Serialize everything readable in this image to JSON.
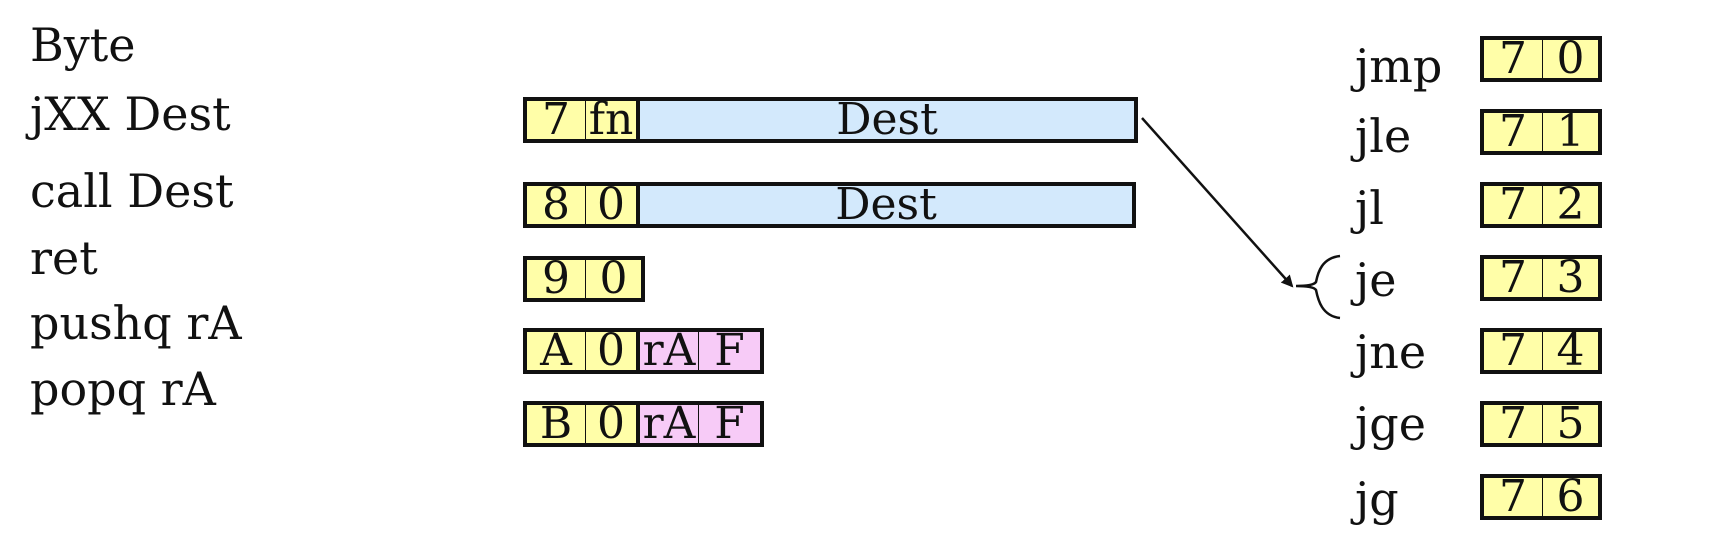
{
  "header": {
    "byte_label": "Byte"
  },
  "instructions": [
    {
      "name": "jXX Dest",
      "fields": [
        {
          "text": "7",
          "kind": "y"
        },
        {
          "text": "fn",
          "kind": "y"
        },
        {
          "text": "Dest",
          "kind": "b"
        }
      ]
    },
    {
      "name": "call Dest",
      "fields": [
        {
          "text": "8",
          "kind": "y"
        },
        {
          "text": "0",
          "kind": "y"
        },
        {
          "text": "Dest",
          "kind": "b"
        }
      ]
    },
    {
      "name": "ret",
      "fields": [
        {
          "text": "9",
          "kind": "y"
        },
        {
          "text": "0",
          "kind": "y"
        }
      ]
    },
    {
      "name": "pushq rA",
      "fields": [
        {
          "text": "A",
          "kind": "y"
        },
        {
          "text": "0",
          "kind": "y"
        },
        {
          "text": "rA",
          "kind": "p"
        },
        {
          "text": "F",
          "kind": "p"
        }
      ]
    },
    {
      "name": "popq rA",
      "fields": [
        {
          "text": "B",
          "kind": "y"
        },
        {
          "text": "0",
          "kind": "y"
        },
        {
          "text": "rA",
          "kind": "p"
        },
        {
          "text": "F",
          "kind": "p"
        }
      ]
    }
  ],
  "jump_codes": [
    {
      "name": "jmp",
      "hi": "7",
      "lo": "0"
    },
    {
      "name": "jle",
      "hi": "7",
      "lo": "1"
    },
    {
      "name": "jl",
      "hi": "7",
      "lo": "2"
    },
    {
      "name": "je",
      "hi": "7",
      "lo": "3"
    },
    {
      "name": "jne",
      "hi": "7",
      "lo": "4"
    },
    {
      "name": "jge",
      "hi": "7",
      "lo": "5"
    },
    {
      "name": "jg",
      "hi": "7",
      "lo": "6"
    }
  ],
  "colors": {
    "opcode": "#fffea8",
    "dest": "#d3e9fc",
    "register": "#f7cbf7",
    "stroke": "#111111"
  }
}
